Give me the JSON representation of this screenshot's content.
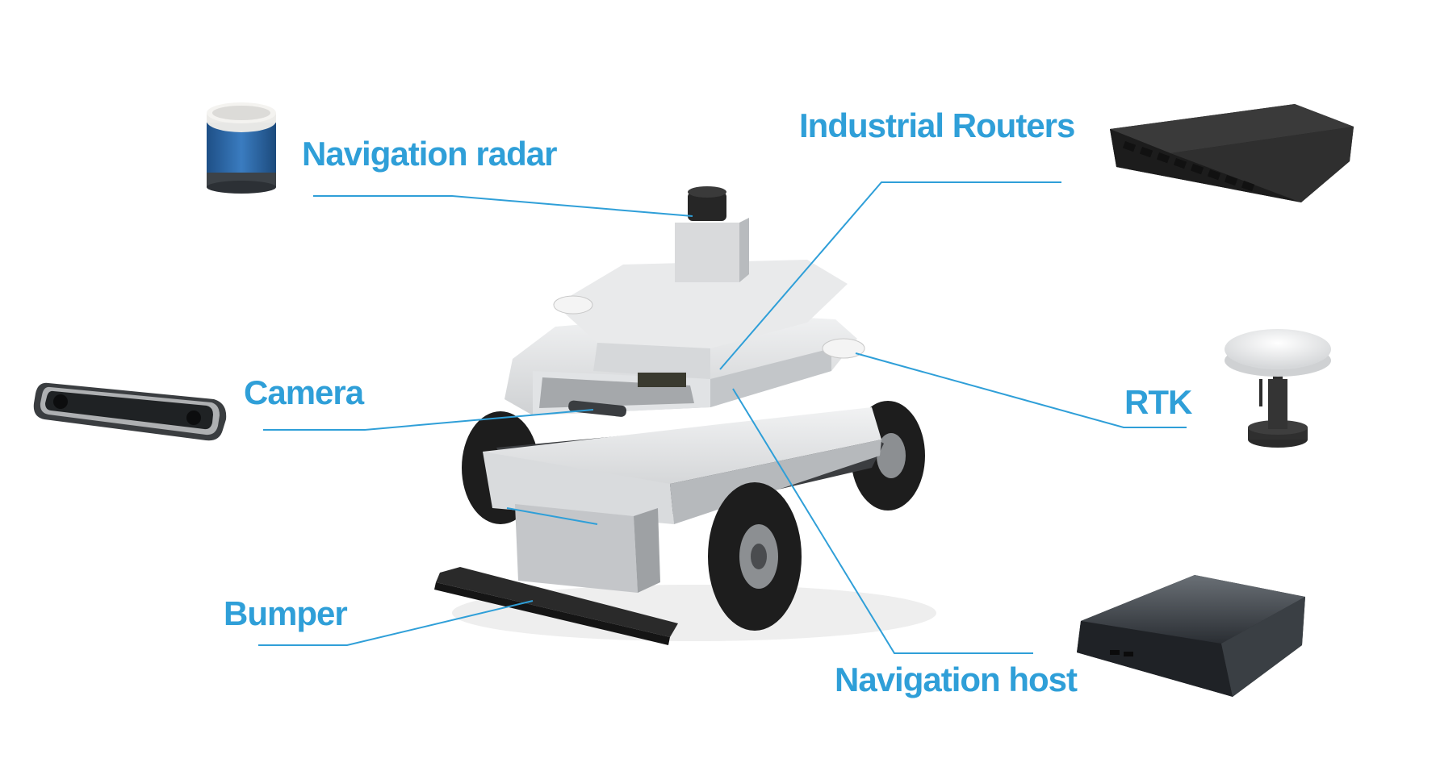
{
  "colors": {
    "accent": "#2f9fd8",
    "body_light": "#e8e9ea",
    "body_mid": "#c9cbcd",
    "body_dark": "#9ea1a4",
    "tire": "#1e1e1e",
    "device_dark": "#232323"
  },
  "labels": {
    "navigation_radar": "Navigation radar",
    "industrial_routers": "Industrial Routers",
    "camera": "Camera",
    "rtk": "RTK",
    "bumper": "Bumper",
    "navigation_host": "Navigation host"
  },
  "icons": [
    "lidar-icon",
    "router-icon",
    "stereo-camera-icon",
    "gnss-antenna-icon",
    "computer-box-icon",
    "robot-vehicle-illustration",
    "bumper-bar-icon"
  ]
}
